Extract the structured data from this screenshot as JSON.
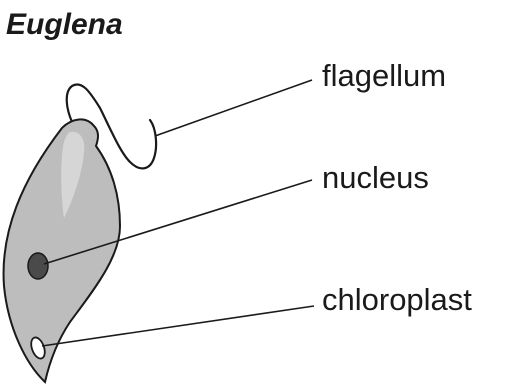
{
  "diagram": {
    "title": "Euglena",
    "labels": {
      "flagellum": "flagellum",
      "nucleus": "nucleus",
      "chloroplast": "chloroplast"
    },
    "colors": {
      "cell_body": "#bdbdbd",
      "outline": "#1a1a1a",
      "nucleus": "#4a4a4a",
      "chloroplast": "#ffffff",
      "reservoir": "#d6d6d6"
    }
  }
}
